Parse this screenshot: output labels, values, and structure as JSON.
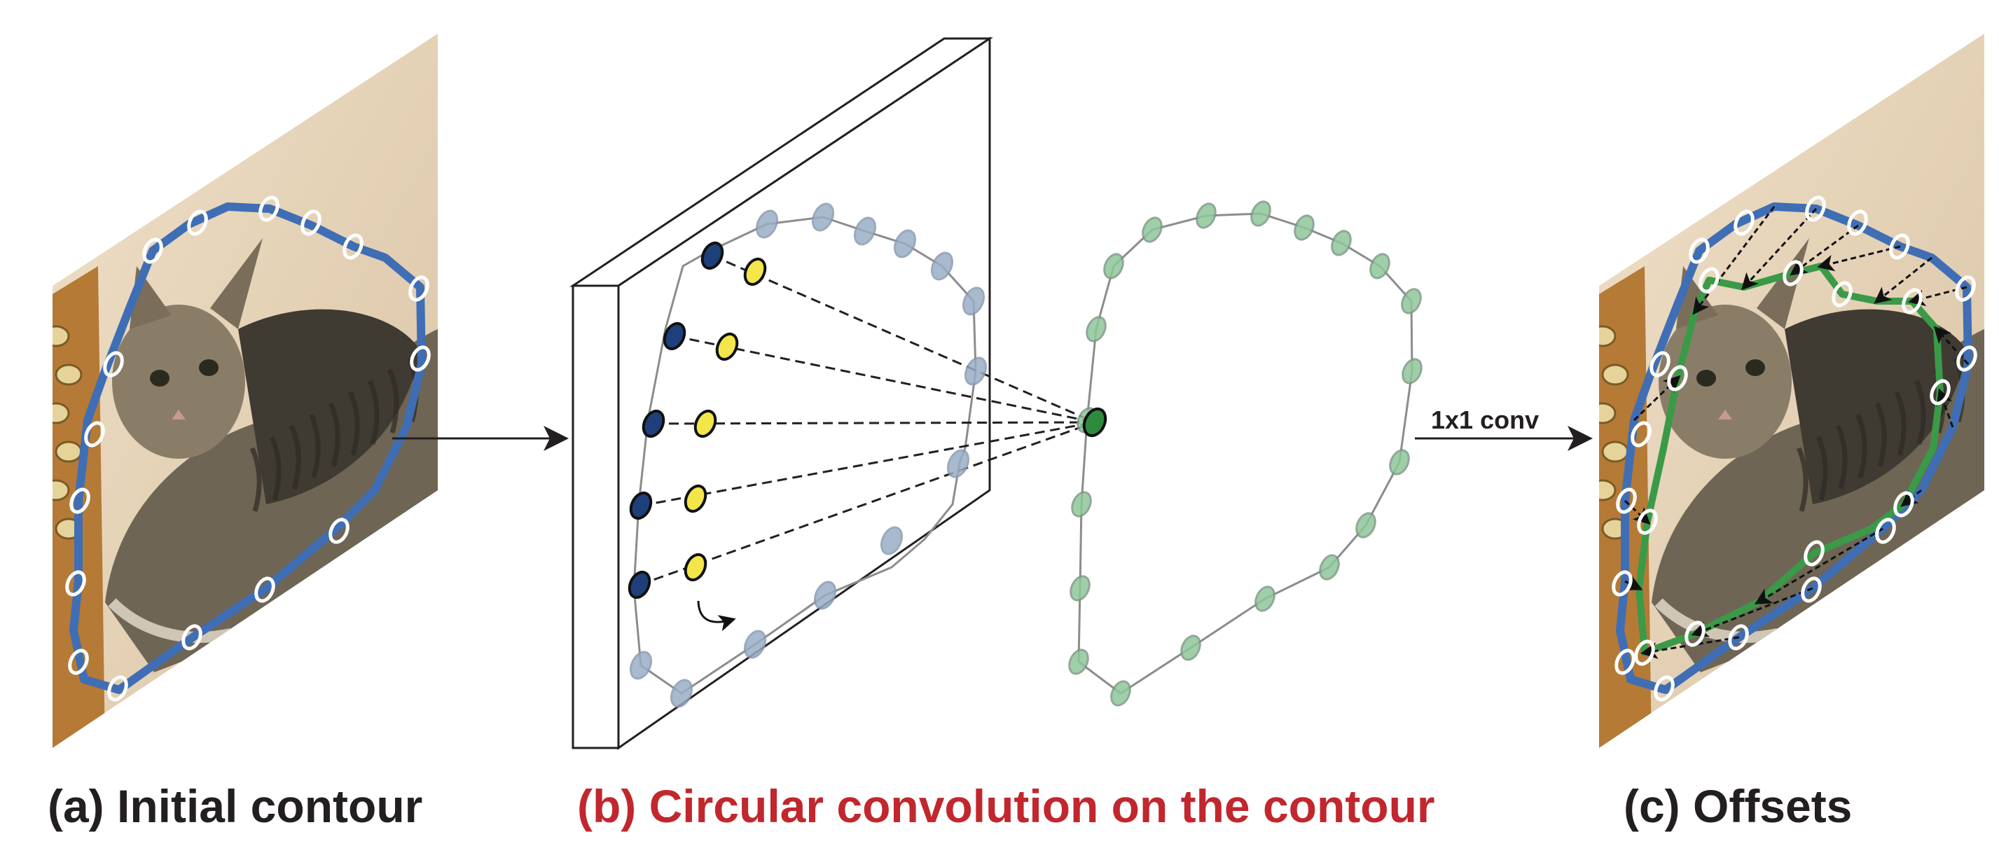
{
  "panels": {
    "a": {
      "caption": "(a) Initial contour"
    },
    "b": {
      "caption": "(b) Circular convolution on the contour"
    },
    "c": {
      "caption": "(c) Offsets"
    }
  },
  "arrow_label": "1x1 conv",
  "colors": {
    "contour_blue": "#3f6eb5",
    "contour_green": "#3a9a48",
    "vertex_navy": "#1f3f7a",
    "vertex_yellow": "#f3e64a",
    "vertex_green": "#2e8b3e",
    "caption_red": "#c1272d",
    "caption_dark": "#231f20",
    "wall_beige": "#e8d6bd",
    "cat_fur": "#6f6554"
  },
  "icons": [
    "cat-photo",
    "contour-vertex",
    "arrow-right",
    "curved-arrow"
  ]
}
